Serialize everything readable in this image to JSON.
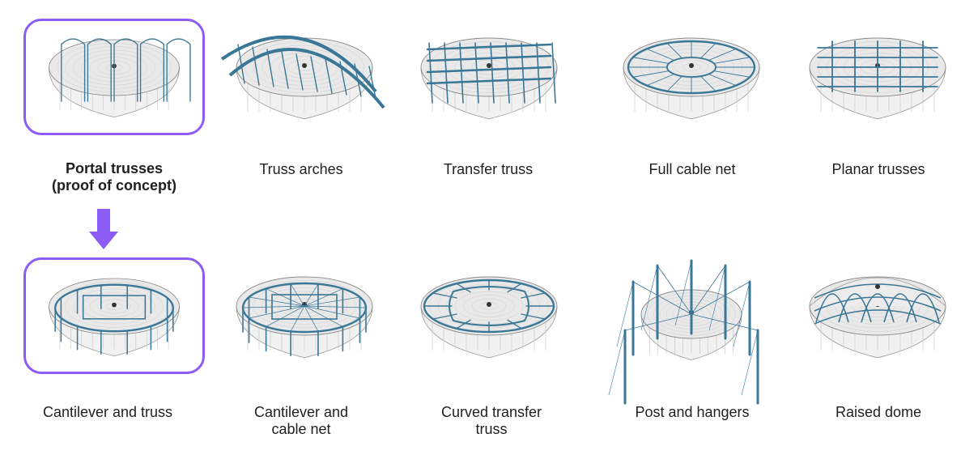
{
  "diagram": {
    "accent_color": "#8b5cf6",
    "structure_color": "#3a7696",
    "rows": [
      {
        "name": "top",
        "items": [
          {
            "label": "Portal trusses\n(proof of concept)",
            "selected": true,
            "variant": "portal"
          },
          {
            "label": "Truss arches",
            "selected": false,
            "variant": "arches"
          },
          {
            "label": "Transfer truss",
            "selected": false,
            "variant": "transfer"
          },
          {
            "label": "Full cable net",
            "selected": false,
            "variant": "cable"
          },
          {
            "label": "Planar trusses",
            "selected": false,
            "variant": "planar"
          }
        ]
      },
      {
        "name": "bottom",
        "items": [
          {
            "label": "Cantilever and truss",
            "selected": true,
            "variant": "cantilever"
          },
          {
            "label": "Cantilever and\ncable net",
            "selected": false,
            "variant": "cantnet"
          },
          {
            "label": "Curved transfer\ntruss",
            "selected": false,
            "variant": "curved"
          },
          {
            "label": "Post and hangers",
            "selected": false,
            "variant": "post"
          },
          {
            "label": "Raised dome",
            "selected": false,
            "variant": "dome"
          }
        ]
      }
    ],
    "arrow_icon": "arrow-down-icon"
  }
}
